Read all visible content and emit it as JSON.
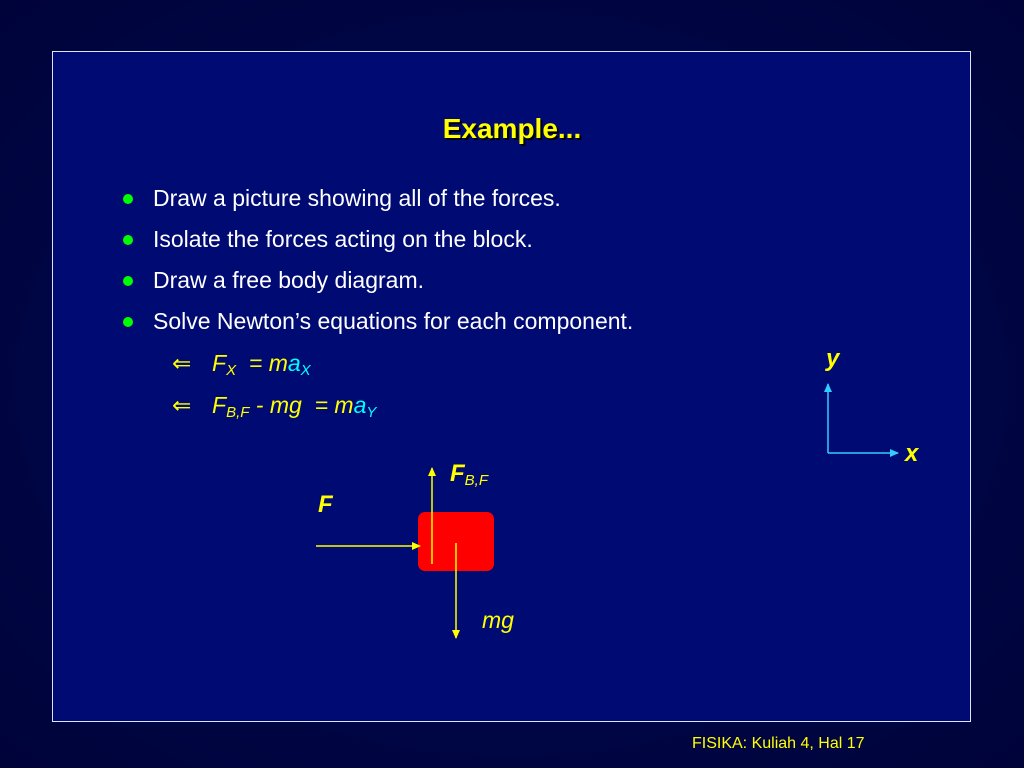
{
  "slide": {
    "title": "Example...",
    "bullets": [
      "Draw a picture showing all of the forces.",
      "Isolate the forces acting on the block.",
      "Draw a free body diagram.",
      "Solve Newton’s equations for each component."
    ],
    "equations": [
      {
        "arrow": "⇐",
        "lhs": "F",
        "lhs_sub": "X",
        "eq": "= ",
        "m": "m",
        "a": "a",
        "a_sub": "X"
      },
      {
        "arrow": "⇐",
        "lhs": "F",
        "lhs_sub": "B,F",
        "mid": " - mg",
        "eq": "= ",
        "m": "m",
        "a": "a",
        "a_sub": "Y"
      }
    ],
    "footer": "FISIKA: Kuliah 4, Hal 17"
  },
  "diagram": {
    "axis_y_label": "y",
    "axis_x_label": "x",
    "force_applied_label": "F",
    "force_normal_label": "F",
    "force_normal_sub": "B,F",
    "force_gravity_label": "mg",
    "colors": {
      "block": "#ff0000",
      "force_arrows": "#ffff00",
      "axes": "#33ccff",
      "title": "#ffff00",
      "bullet": "#00ff00",
      "text": "#ffffff"
    }
  }
}
